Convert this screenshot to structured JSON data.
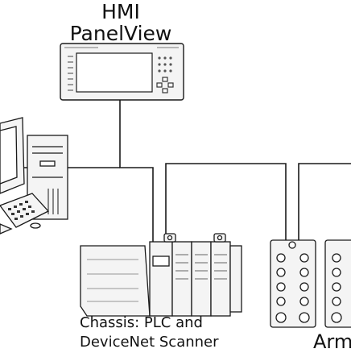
{
  "labels": {
    "hmi_line1": "HMI",
    "hmi_line2": "PanelView",
    "chassis_line1": "Chassis: PLC and",
    "chassis_line2": "DeviceNet Scanner",
    "arm": "Arm"
  },
  "icons": [
    "hmi-panelview-icon",
    "desktop-computer-icon",
    "plc-chassis-icon",
    "devicenet-module-icon"
  ],
  "colors": {
    "line": "#1a1a1a",
    "device_fill": "#f4f4f4"
  }
}
